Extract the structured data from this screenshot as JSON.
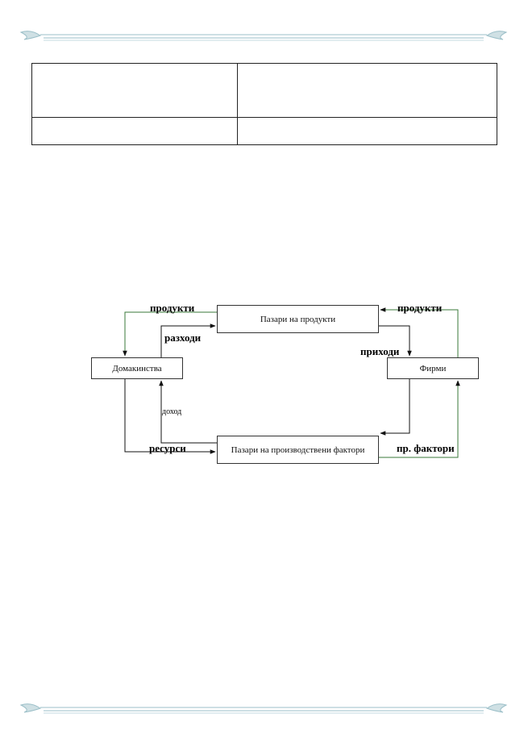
{
  "table": {
    "rows": [
      [
        "",
        ""
      ],
      [
        "",
        ""
      ]
    ]
  },
  "diagram": {
    "nodes": {
      "product_market": "Пазари на продукти",
      "households": "Домакинства",
      "firms": "Фирми",
      "factor_market": "Пазари на производствени фактори"
    },
    "labels": {
      "products_left": "продукти",
      "expenses": "разходи",
      "revenues": "приходи",
      "products_right": "продукти",
      "income": "доход",
      "resources": "ресурси",
      "factors": "пр. фактори"
    },
    "colors": {
      "goods_flow": "#3a7a3a",
      "money_flow": "#111111",
      "decor": "#9bbfc8"
    }
  }
}
